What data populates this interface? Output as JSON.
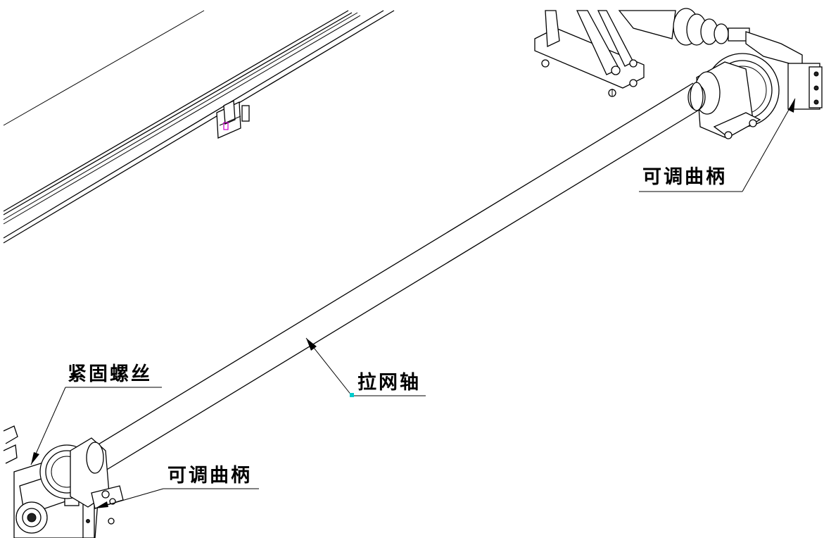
{
  "labels": {
    "crank_top": "可调曲柄",
    "crank_bottom": "可调曲柄",
    "shaft": "拉网轴",
    "screw": "紧固螺丝"
  },
  "colors": {
    "line": "#000000",
    "background": "#ffffff",
    "marker_cyan": "#00cccc",
    "marker_magenta": "#cc00cc"
  }
}
